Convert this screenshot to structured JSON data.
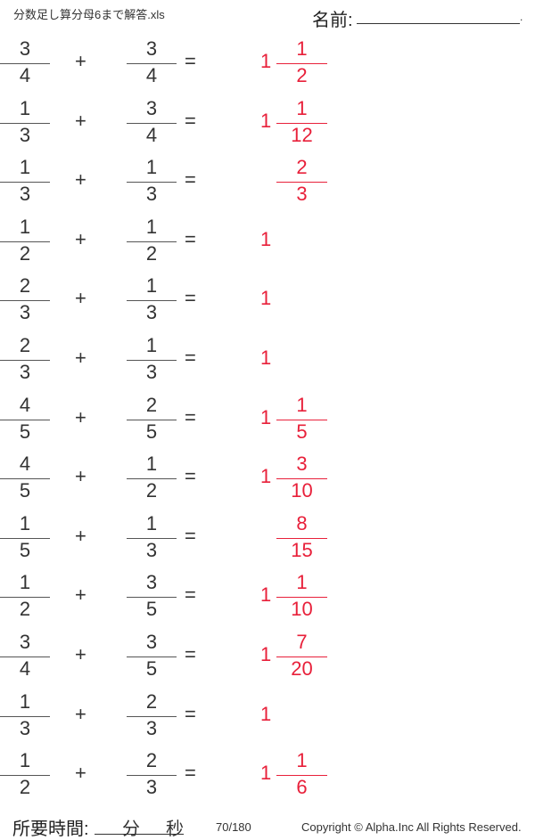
{
  "header": {
    "title": "分数足し算分母6まで解答.xls",
    "name_label": "名前:",
    "name_end": "."
  },
  "problems": [
    {
      "a": [
        "3",
        "4"
      ],
      "b": [
        "3",
        "4"
      ],
      "whole": "1",
      "frac": [
        "1",
        "2"
      ]
    },
    {
      "a": [
        "1",
        "3"
      ],
      "b": [
        "3",
        "4"
      ],
      "whole": "1",
      "frac": [
        "1",
        "12"
      ]
    },
    {
      "a": [
        "1",
        "3"
      ],
      "b": [
        "1",
        "3"
      ],
      "whole": "",
      "frac": [
        "2",
        "3"
      ]
    },
    {
      "a": [
        "1",
        "2"
      ],
      "b": [
        "1",
        "2"
      ],
      "whole": "1",
      "frac": null
    },
    {
      "a": [
        "2",
        "3"
      ],
      "b": [
        "1",
        "3"
      ],
      "whole": "1",
      "frac": null
    },
    {
      "a": [
        "2",
        "3"
      ],
      "b": [
        "1",
        "3"
      ],
      "whole": "1",
      "frac": null
    },
    {
      "a": [
        "4",
        "5"
      ],
      "b": [
        "2",
        "5"
      ],
      "whole": "1",
      "frac": [
        "1",
        "5"
      ]
    },
    {
      "a": [
        "4",
        "5"
      ],
      "b": [
        "1",
        "2"
      ],
      "whole": "1",
      "frac": [
        "3",
        "10"
      ]
    },
    {
      "a": [
        "1",
        "5"
      ],
      "b": [
        "1",
        "3"
      ],
      "whole": "",
      "frac": [
        "8",
        "15"
      ]
    },
    {
      "a": [
        "1",
        "2"
      ],
      "b": [
        "3",
        "5"
      ],
      "whole": "1",
      "frac": [
        "1",
        "10"
      ]
    },
    {
      "a": [
        "3",
        "4"
      ],
      "b": [
        "3",
        "5"
      ],
      "whole": "1",
      "frac": [
        "7",
        "20"
      ]
    },
    {
      "a": [
        "1",
        "3"
      ],
      "b": [
        "2",
        "3"
      ],
      "whole": "1",
      "frac": null
    },
    {
      "a": [
        "1",
        "2"
      ],
      "b": [
        "2",
        "3"
      ],
      "whole": "1",
      "frac": [
        "1",
        "6"
      ]
    }
  ],
  "symbols": {
    "plus": "+",
    "equals": "="
  },
  "footer": {
    "time_label": "所要時間:",
    "minutes": "分",
    "seconds": "秒",
    "page": "70/180",
    "copyright": "Copyright ©  Alpha.Inc All Rights Reserved."
  },
  "colors": {
    "answer": "#e8203a",
    "text": "#333333"
  }
}
